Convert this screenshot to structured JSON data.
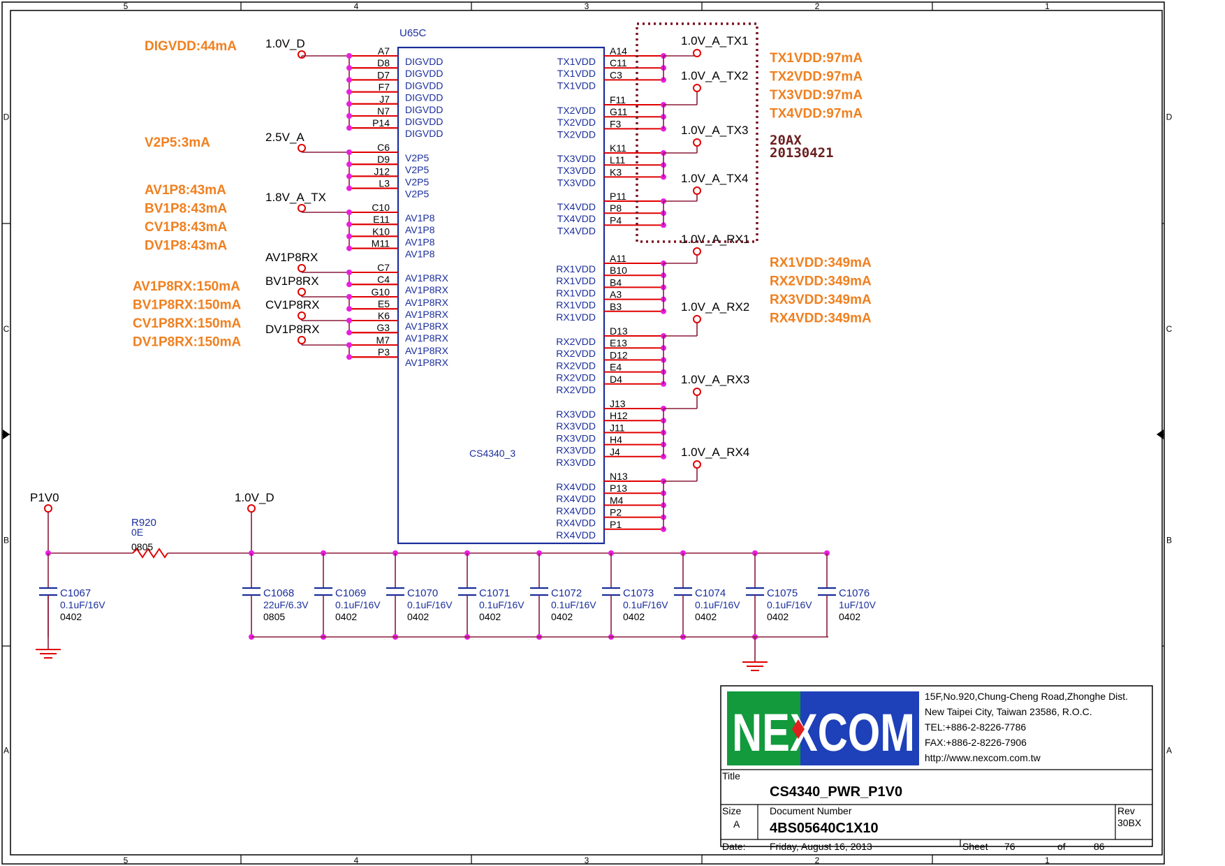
{
  "colors": {
    "wire": "#8b1a3a",
    "junction": "#e81ee0",
    "pin": "#e00000",
    "body": "#1a2d9c",
    "note": "#f08020",
    "stamp": "#6b1e1e",
    "logo_green": "#129a3c",
    "logo_blue": "#1e40b8"
  },
  "frame": {
    "columns": [
      "5",
      "4",
      "3",
      "2",
      "1"
    ],
    "rows": [
      "D",
      "C",
      "B",
      "A"
    ]
  },
  "chip": {
    "refdes": "U65C",
    "part": "CS4340_3",
    "left_groups": [
      {
        "net": "1.0V_D",
        "pins": [
          [
            "A7",
            "DIGVDD"
          ],
          [
            "D8",
            "DIGVDD"
          ],
          [
            "D7",
            "DIGVDD"
          ],
          [
            "F7",
            "DIGVDD"
          ],
          [
            "J7",
            "DIGVDD"
          ],
          [
            "N7",
            "DIGVDD"
          ],
          [
            "P14",
            "DIGVDD"
          ]
        ]
      },
      {
        "net": "2.5V_A",
        "pins": [
          [
            "C6",
            "V2P5"
          ],
          [
            "D9",
            "V2P5"
          ],
          [
            "J12",
            "V2P5"
          ],
          [
            "L3",
            "V2P5"
          ]
        ]
      },
      {
        "net": "1.8V_A_TX",
        "pins": [
          [
            "C10",
            "AV1P8"
          ],
          [
            "E11",
            "AV1P8"
          ],
          [
            "K10",
            "AV1P8"
          ],
          [
            "M11",
            "AV1P8"
          ]
        ]
      },
      {
        "net": "AV1P8RX",
        "pins": [
          [
            "C7",
            "AV1P8RX"
          ],
          [
            "C4",
            "AV1P8RX"
          ]
        ]
      },
      {
        "net": "BV1P8RX",
        "pins": [
          [
            "G10",
            "AV1P8RX"
          ],
          [
            "E5",
            "AV1P8RX"
          ]
        ]
      },
      {
        "net": "CV1P8RX",
        "pins": [
          [
            "K6",
            "AV1P8RX"
          ],
          [
            "G3",
            "AV1P8RX"
          ]
        ]
      },
      {
        "net": "DV1P8RX",
        "pins": [
          [
            "M7",
            "AV1P8RX"
          ],
          [
            "P3",
            "AV1P8RX"
          ]
        ]
      }
    ],
    "right_groups": [
      {
        "net": "1.0V_A_TX1",
        "pins": [
          [
            "A14",
            "TX1VDD"
          ],
          [
            "C11",
            "TX1VDD"
          ],
          [
            "C3",
            "TX1VDD"
          ]
        ]
      },
      {
        "net": "1.0V_A_TX2",
        "pins": [
          [
            "F11",
            "TX2VDD"
          ],
          [
            "G11",
            "TX2VDD"
          ],
          [
            "F3",
            "TX2VDD"
          ]
        ]
      },
      {
        "net": "1.0V_A_TX3",
        "pins": [
          [
            "K11",
            "TX3VDD"
          ],
          [
            "L11",
            "TX3VDD"
          ],
          [
            "K3",
            "TX3VDD"
          ]
        ]
      },
      {
        "net": "1.0V_A_TX4",
        "pins": [
          [
            "P11",
            "TX4VDD"
          ],
          [
            "P8",
            "TX4VDD"
          ],
          [
            "P4",
            "TX4VDD"
          ]
        ]
      },
      {
        "net": "1.0V_A_RX1",
        "pins": [
          [
            "A11",
            "RX1VDD"
          ],
          [
            "B10",
            "RX1VDD"
          ],
          [
            "B4",
            "RX1VDD"
          ],
          [
            "A3",
            "RX1VDD"
          ],
          [
            "B3",
            "RX1VDD"
          ]
        ]
      },
      {
        "net": "1.0V_A_RX2",
        "pins": [
          [
            "D13",
            "RX2VDD"
          ],
          [
            "E13",
            "RX2VDD"
          ],
          [
            "D12",
            "RX2VDD"
          ],
          [
            "E4",
            "RX2VDD"
          ],
          [
            "D4",
            "RX2VDD"
          ]
        ]
      },
      {
        "net": "1.0V_A_RX3",
        "pins": [
          [
            "J13",
            "RX3VDD"
          ],
          [
            "H12",
            "RX3VDD"
          ],
          [
            "J11",
            "RX3VDD"
          ],
          [
            "H4",
            "RX3VDD"
          ],
          [
            "J4",
            "RX3VDD"
          ]
        ]
      },
      {
        "net": "1.0V_A_RX4",
        "pins": [
          [
            "N13",
            "RX4VDD"
          ],
          [
            "P13",
            "RX4VDD"
          ],
          [
            "M4",
            "RX4VDD"
          ],
          [
            "P2",
            "RX4VDD"
          ],
          [
            "P1",
            "RX4VDD"
          ]
        ]
      }
    ]
  },
  "notes_left": [
    {
      "lines": [
        "DIGVDD:44mA"
      ]
    },
    {
      "lines": [
        "V2P5:3mA"
      ]
    },
    {
      "lines": [
        "AV1P8:43mA",
        "BV1P8:43mA",
        "CV1P8:43mA",
        "DV1P8:43mA"
      ]
    },
    {
      "lines": [
        "AV1P8RX:150mA",
        "BV1P8RX:150mA",
        "CV1P8RX:150mA",
        "DV1P8RX:150mA"
      ]
    }
  ],
  "notes_right": [
    {
      "lines": [
        "TX1VDD:97mA",
        "TX2VDD:97mA",
        "TX3VDD:97mA",
        "TX4VDD:97mA"
      ]
    },
    {
      "lines": [
        "RX1VDD:349mA",
        "RX2VDD:349mA",
        "RX3VDD:349mA",
        "RX4VDD:349mA"
      ]
    }
  ],
  "stamp": [
    "20AX",
    "20130421"
  ],
  "power_section": {
    "input_net": "P1V0",
    "output_net": "1.0V_D",
    "resistor": {
      "ref": "R920",
      "value": "0E",
      "pkg": "0805"
    },
    "input_cap": {
      "ref": "C1067",
      "value": "0.1uF/16V",
      "pkg": "0402"
    },
    "caps": [
      {
        "ref": "C1068",
        "value": "22uF/6.3V",
        "pkg": "0805"
      },
      {
        "ref": "C1069",
        "value": "0.1uF/16V",
        "pkg": "0402"
      },
      {
        "ref": "C1070",
        "value": "0.1uF/16V",
        "pkg": "0402"
      },
      {
        "ref": "C1071",
        "value": "0.1uF/16V",
        "pkg": "0402"
      },
      {
        "ref": "C1072",
        "value": "0.1uF/16V",
        "pkg": "0402"
      },
      {
        "ref": "C1073",
        "value": "0.1uF/16V",
        "pkg": "0402"
      },
      {
        "ref": "C1074",
        "value": "0.1uF/16V",
        "pkg": "0402"
      },
      {
        "ref": "C1075",
        "value": "0.1uF/16V",
        "pkg": "0402"
      },
      {
        "ref": "C1076",
        "value": "1uF/10V",
        "pkg": "0402"
      }
    ]
  },
  "title_block": {
    "logo": "NEXCOM",
    "address": [
      "15F,No.920,Chung-Cheng Road,Zhonghe Dist.",
      "New Taipei City, Taiwan 23586, R.O.C.",
      "TEL:+886-2-8226-7786",
      "FAX:+886-2-8226-7906",
      "http://www.nexcom.com.tw"
    ],
    "title_label": "Title",
    "title": "CS4340_PWR_P1V0",
    "size_label": "Size",
    "size": "A",
    "docnum_label": "Document Number",
    "docnum": "4BS05640C1X10",
    "rev_label": "Rev",
    "rev": "30BX",
    "date_label": "Date:",
    "date": "Friday, August 16, 2013",
    "sheet_label": "Sheet",
    "sheet": "76",
    "of_label": "of",
    "total": "86"
  }
}
